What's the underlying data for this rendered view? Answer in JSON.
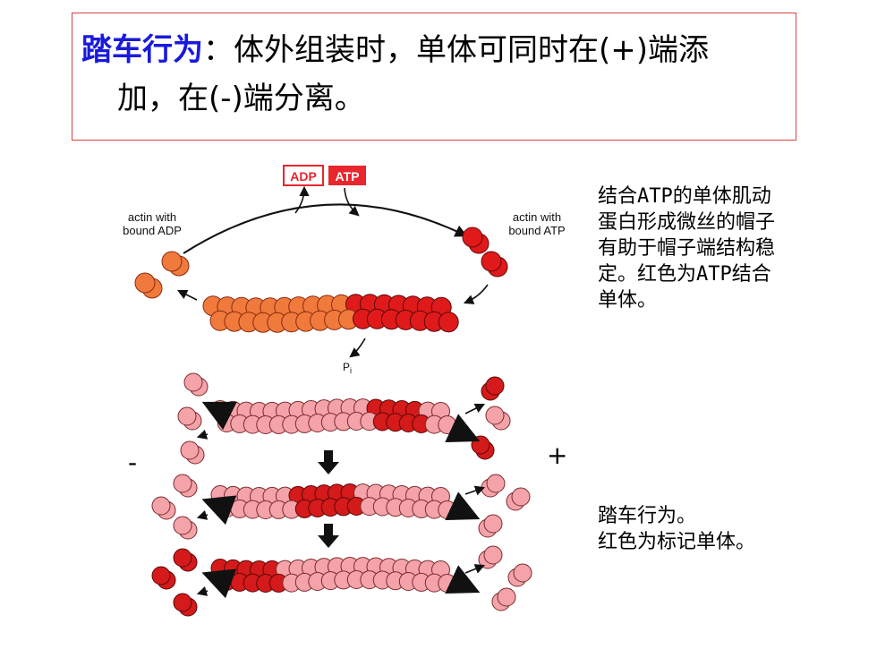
{
  "title": {
    "keyword": "踏车行为",
    "line1_rest": "：体外组装时，单体可同时在(+)端添",
    "line2": "加，在(-)端分离。"
  },
  "diagram": {
    "adp_label": "ADP",
    "atp_label": "ATP",
    "left_label_1": "actin with",
    "left_label_2": "bound ADP",
    "right_label_1": "actin with",
    "right_label_2": "bound ATP",
    "pi_label": "P",
    "pi_sub": "i",
    "colors": {
      "adp": "#f07a3c",
      "atp": "#e01a1a",
      "light": "#f4a3a8",
      "marked": "#d41a1a",
      "box_red": "#e8262e"
    }
  },
  "notes": {
    "top": [
      "结合ATP的单体肌动",
      "蛋白形成微丝的帽子",
      "有助于帽子端结构稳",
      "定。红色为ATP结合",
      "单体。"
    ],
    "bottom": [
      "踏车行为。",
      "红色为标记单体。"
    ]
  },
  "signs": {
    "minus": "-",
    "plus": "+"
  }
}
